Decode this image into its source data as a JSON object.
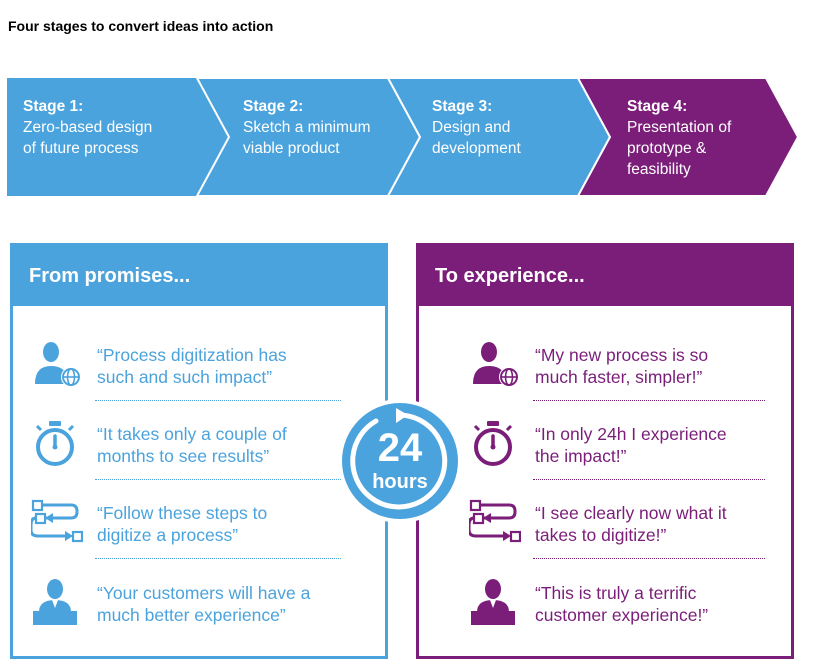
{
  "title": "Four stages to convert ideas into action",
  "colors": {
    "blue": "#4ba3dd",
    "purple": "#7b1e7a"
  },
  "stages": [
    {
      "heading": "Stage 1:",
      "lines": [
        "Zero-based design",
        "of future process"
      ]
    },
    {
      "heading": "Stage 2:",
      "lines": [
        "Sketch a minimum",
        "viable product"
      ]
    },
    {
      "heading": "Stage 3:",
      "lines": [
        "Design and",
        "development"
      ]
    },
    {
      "heading": "Stage 4:",
      "lines": [
        "Presentation of",
        "prototype &",
        "feasibility"
      ]
    }
  ],
  "left_panel": {
    "heading": "From promises...",
    "items": [
      {
        "icon": "person-globe-icon",
        "lines": [
          "“Process digitization has",
          "such and such impact”"
        ]
      },
      {
        "icon": "stopwatch-icon",
        "lines": [
          "“It takes only a couple of",
          "months to see results”"
        ]
      },
      {
        "icon": "process-flow-icon",
        "lines": [
          "“Follow these steps to",
          "digitize a process”"
        ]
      },
      {
        "icon": "customer-icon",
        "lines": [
          "“Your customers will have a",
          "much better experience”"
        ]
      }
    ]
  },
  "right_panel": {
    "heading": "To experience...",
    "items": [
      {
        "icon": "person-globe-icon",
        "lines": [
          "“My new process is so",
          "much faster, simpler!”"
        ]
      },
      {
        "icon": "stopwatch-icon",
        "lines": [
          "“In only 24h I experience",
          "the impact!”"
        ]
      },
      {
        "icon": "process-flow-icon",
        "lines": [
          "“I see clearly now what it",
          "takes to digitize!”"
        ]
      },
      {
        "icon": "customer-icon",
        "lines": [
          "“This is truly a terrific",
          "customer experience!”"
        ]
      }
    ]
  },
  "badge": {
    "number": "24",
    "unit": "hours"
  }
}
